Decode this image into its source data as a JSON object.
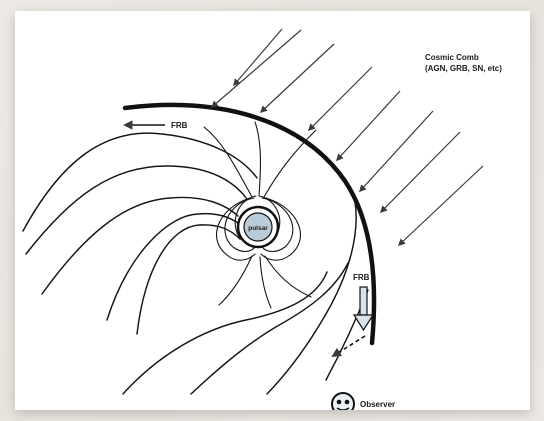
{
  "diagram": {
    "labels": {
      "cosmic_comb_title": "Cosmic Comb",
      "cosmic_comb_sources": "(AGN, GRB, SN, etc)",
      "frb_top": "FRB",
      "frb_side": "FRB",
      "observer": "Observer",
      "pulsar": "pulsar"
    },
    "colors": {
      "background": "#e9e6e1",
      "paper": "#ffffff",
      "ink": "#161616",
      "frb_arrow_fill": "#d9e2ea"
    }
  }
}
